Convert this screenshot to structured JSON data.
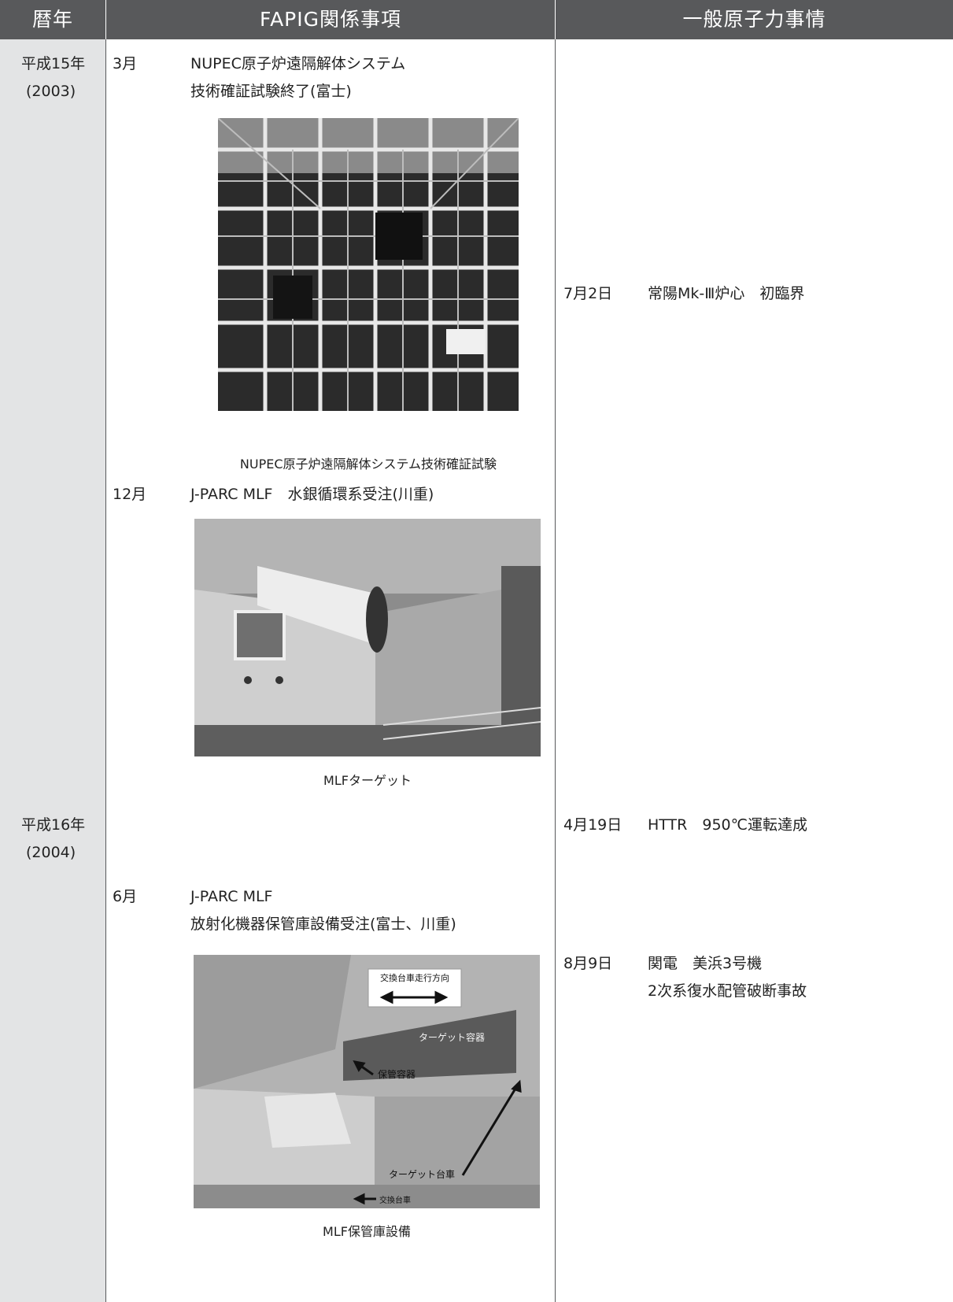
{
  "header": {
    "year": "暦年",
    "fapig": "FAPIG関係事項",
    "general": "一般原子力事情"
  },
  "years": [
    {
      "era": "平成15年",
      "ad": "(2003)"
    },
    {
      "era": "平成16年",
      "ad": "(2004)"
    }
  ],
  "fapig_events": [
    {
      "month": "3月",
      "line1": "NUPEC原子炉遠隔解体システム",
      "line2": "技術確証試験終了(富士)",
      "photo_caption": "NUPEC原子炉遠隔解体システム技術確証試験"
    },
    {
      "month": "12月",
      "line1": "J-PARC MLF　水銀循環系受注(川重)",
      "photo_caption": "MLFターゲット"
    },
    {
      "month": "6月",
      "line1": "J-PARC MLF",
      "line2": "放射化機器保管庫設備受注(富士、川重)",
      "photo_caption": "MLF保管庫設備",
      "photo_labels": {
        "direction": "交換台車走行方向",
        "target_vessel": "ターゲット容器",
        "storage_vessel": "保管容器",
        "target_cart": "ターゲット台車",
        "exchange_cart": "交換台車"
      }
    }
  ],
  "general_events": [
    {
      "date": "7月2日",
      "line1": "常陽Mk-Ⅲ炉心　初臨界"
    },
    {
      "date": "4月19日",
      "line1": "HTTR　950℃運転達成"
    },
    {
      "date": "8月9日",
      "line1": "関電　美浜3号機",
      "line2": "2次系復水配管破断事故"
    }
  ]
}
